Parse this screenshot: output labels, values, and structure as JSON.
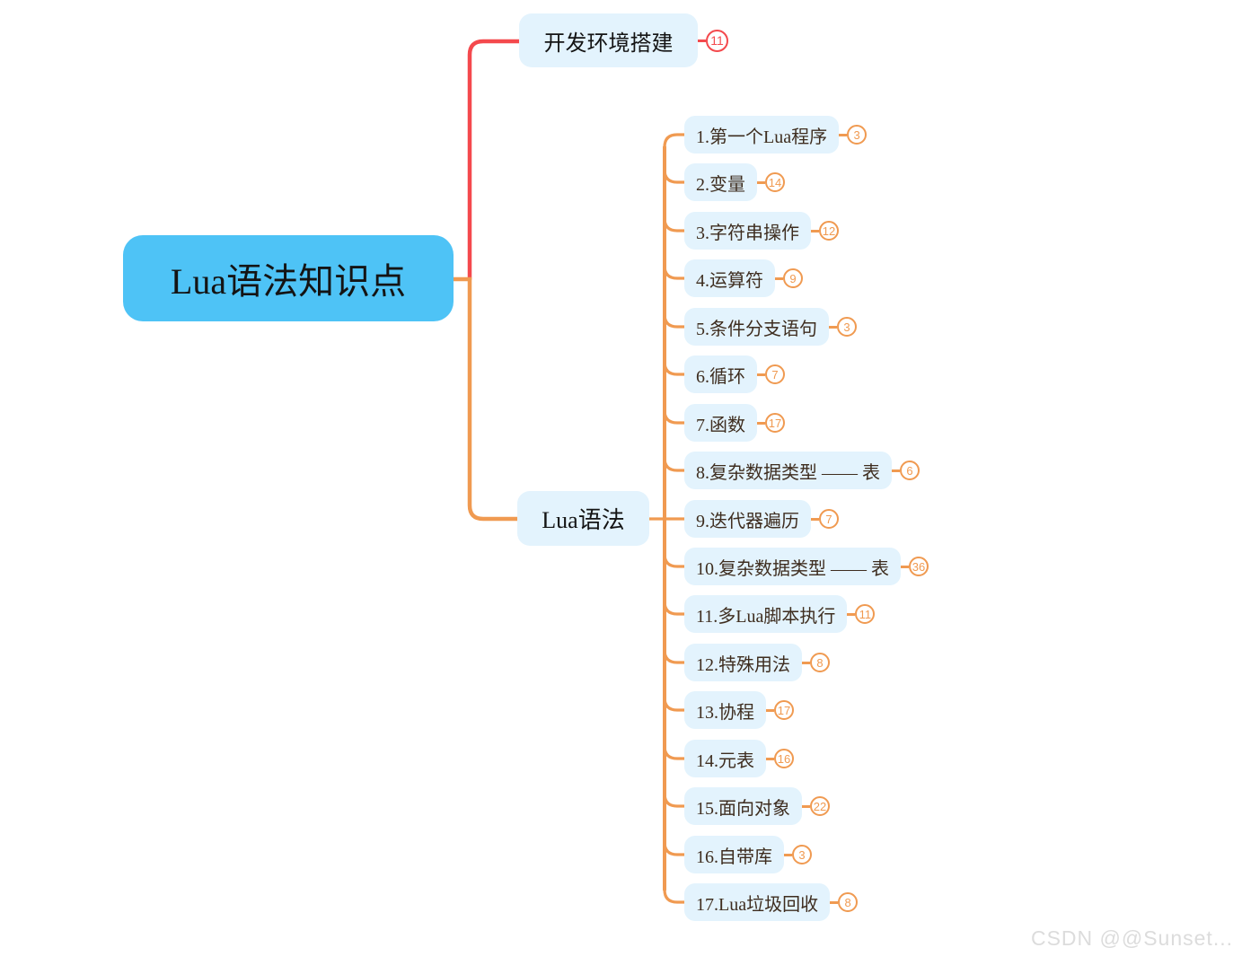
{
  "colors": {
    "background": "#ffffff",
    "root_fill": "#4ec3f6",
    "node_fill": "#e3f3fd",
    "red_branch": "#f4494d",
    "orange_branch": "#f09a51",
    "dark_text": "#141414",
    "child_text": "#3e2d1f",
    "watermark_text": "#dcdcdc"
  },
  "mindmap": {
    "root": {
      "label": "Lua语法知识点"
    },
    "top_branch": {
      "label": "开发环境搭建",
      "count": "11"
    },
    "main_branch": {
      "label": "Lua语法"
    },
    "children": [
      {
        "label": "1.第一个Lua程序",
        "count": "3"
      },
      {
        "label": "2.变量",
        "count": "14"
      },
      {
        "label": "3.字符串操作",
        "count": "12"
      },
      {
        "label": "4.运算符",
        "count": "9"
      },
      {
        "label": "5.条件分支语句",
        "count": "3"
      },
      {
        "label": "6.循环",
        "count": "7"
      },
      {
        "label": "7.函数",
        "count": "17"
      },
      {
        "label": "8.复杂数据类型 —— 表",
        "count": "6"
      },
      {
        "label": "9.迭代器遍历",
        "count": "7"
      },
      {
        "label": "10.复杂数据类型 —— 表",
        "count": "36"
      },
      {
        "label": "11.多Lua脚本执行",
        "count": "11"
      },
      {
        "label": "12.特殊用法",
        "count": "8"
      },
      {
        "label": "13.协程",
        "count": "17"
      },
      {
        "label": "14.元表",
        "count": "16"
      },
      {
        "label": "15.面向对象",
        "count": "22"
      },
      {
        "label": "16.自带库",
        "count": "3"
      },
      {
        "label": "17.Lua垃圾回收",
        "count": "8"
      }
    ]
  },
  "watermark": "CSDN @@Sunset..."
}
